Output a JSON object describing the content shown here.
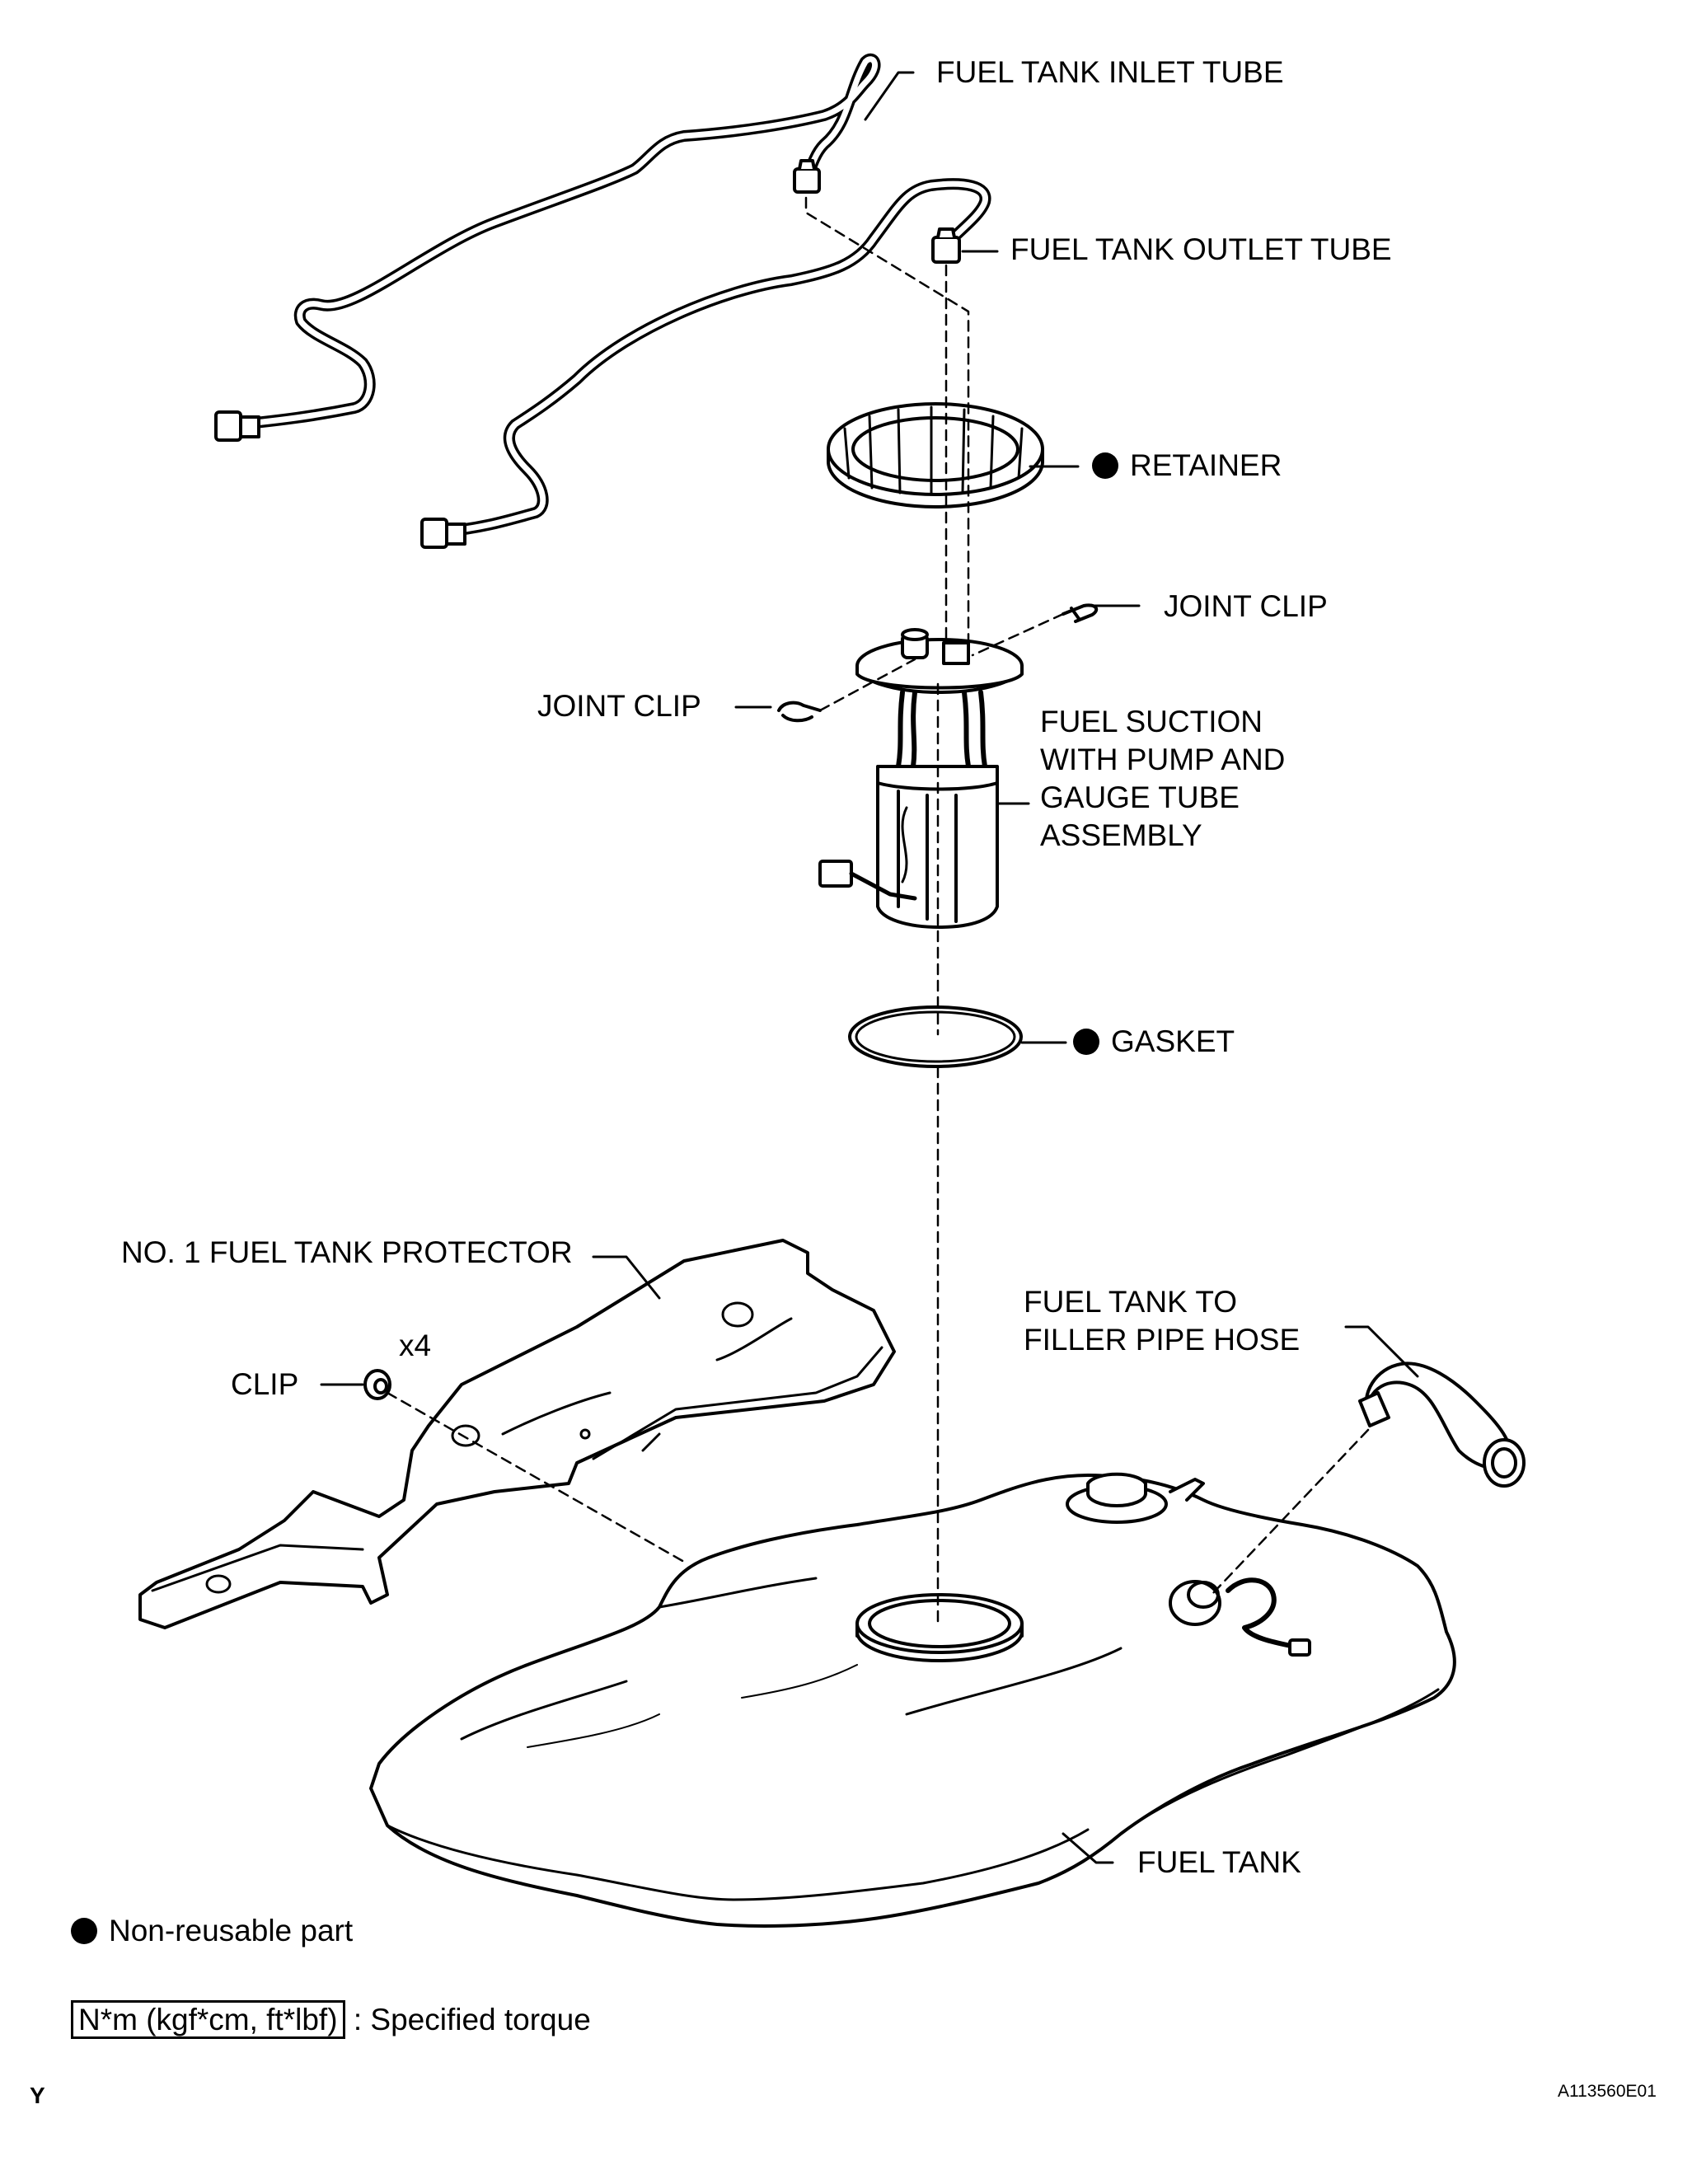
{
  "labels": {
    "inlet_tube": "FUEL TANK INLET TUBE",
    "outlet_tube": "FUEL TANK OUTLET TUBE",
    "retainer": "RETAINER",
    "joint_clip_right": "JOINT CLIP",
    "joint_clip_left": "JOINT CLIP",
    "pump_assembly_1": "FUEL SUCTION",
    "pump_assembly_2": "WITH PUMP AND",
    "pump_assembly_3": "GAUGE TUBE",
    "pump_assembly_4": "ASSEMBLY",
    "gasket": "GASKET",
    "protector": "NO. 1 FUEL TANK PROTECTOR",
    "filler_hose_1": "FUEL TANK TO",
    "filler_hose_2": "FILLER PIPE HOSE",
    "clip": "CLIP",
    "clip_qty": "x4",
    "fuel_tank": "FUEL TANK"
  },
  "legend": {
    "non_reusable": "Non-reusable part",
    "torque_units": "N*m (kgf*cm, ft*lbf)",
    "torque_desc": ": Specified torque"
  },
  "footer": {
    "corner_mark": "Y",
    "figure_code": "A113560E01"
  }
}
